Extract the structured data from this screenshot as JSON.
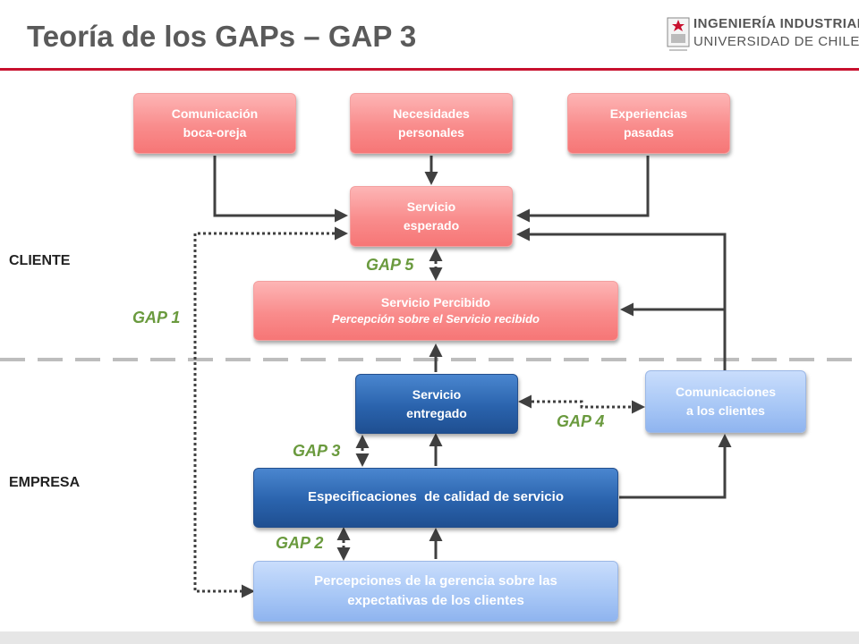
{
  "header": {
    "title": "Teoría de los GAPs – GAP 3",
    "logo": {
      "line1": "INGENIERÍA INDUSTRIAL",
      "line2": "UNIVERSIDAD DE CHILE"
    }
  },
  "sections": {
    "cliente": "CLIENTE",
    "empresa": "EMPRESA"
  },
  "boxes": {
    "boca_oreja": {
      "line1": "Comunicación",
      "line2": "boca-oreja"
    },
    "necesidades": {
      "line1": "Necesidades",
      "line2": "personales"
    },
    "experiencias": {
      "line1": "Experiencias",
      "line2": "pasadas"
    },
    "esperado": {
      "line1": "Servicio",
      "line2": "esperado"
    },
    "percibido": {
      "line1": "Servicio Percibido",
      "line2": "Percepción sobre el Servicio recibido"
    },
    "entregado": {
      "line1": "Servicio",
      "line2": "entregado"
    },
    "comunicaciones": {
      "line1": "Comunicaciones",
      "line2": "a los clientes"
    },
    "especificaciones": {
      "line1": "Especificaciones  de calidad de servicio"
    },
    "percepciones": {
      "line1": "Percepciones de la gerencia sobre las",
      "line2": "expectativas de los clientes"
    }
  },
  "gaps": {
    "gap1": "GAP 1",
    "gap2": "GAP 2",
    "gap3": "GAP 3",
    "gap4": "GAP 4",
    "gap5": "GAP 5"
  },
  "colors": {
    "brand_red": "#c8102e",
    "gap_green": "#6a9a3e",
    "client_box": "#f98c8c",
    "company_dark": "#2a63ad",
    "company_light": "#a9c8f6"
  }
}
